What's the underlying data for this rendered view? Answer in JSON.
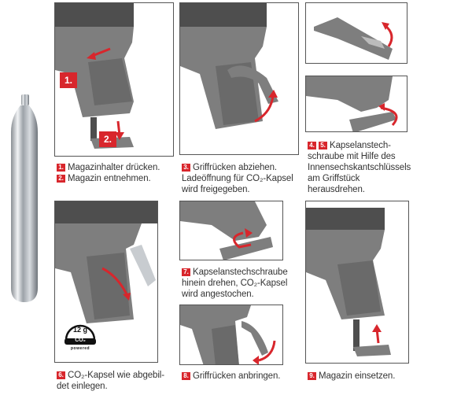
{
  "steps": [
    {
      "id": "1",
      "badges": [
        "1.",
        "2."
      ],
      "lines": [
        "Magazinhalter drücken.",
        "Magazin entnehmen."
      ]
    },
    {
      "id": "3",
      "badges": [
        "3."
      ],
      "text": "Griffrücken abziehen. Ladeöffnung für CO₂-Kapsel wird freigegeben."
    },
    {
      "id": "4-5",
      "badges": [
        "4.",
        "5."
      ],
      "text": "Kapselanstech-schraube mit Hilfe des Innensechskantschlüssels am Griffstück herausdrehen."
    },
    {
      "id": "6",
      "badges": [
        "6."
      ],
      "text": "CO₂-Kapsel wie abgebil-det einlegen."
    },
    {
      "id": "7",
      "badges": [
        "7."
      ],
      "text": "Kapselanstechschraube hinein drehen, CO₂-Kapsel wird angestochen."
    },
    {
      "id": "8",
      "badges": [
        "8."
      ],
      "text": "Griffrücken anbringen."
    },
    {
      "id": "9",
      "badges": [
        "9."
      ],
      "text": "Magazin einsetzen."
    }
  ],
  "callouts": {
    "step1": "1.",
    "step2": "2."
  },
  "badge": {
    "weight": "12 g",
    "gas": "CO₂",
    "label": "powered"
  },
  "colors": {
    "accent": "#d8262c",
    "border": "#555555"
  }
}
